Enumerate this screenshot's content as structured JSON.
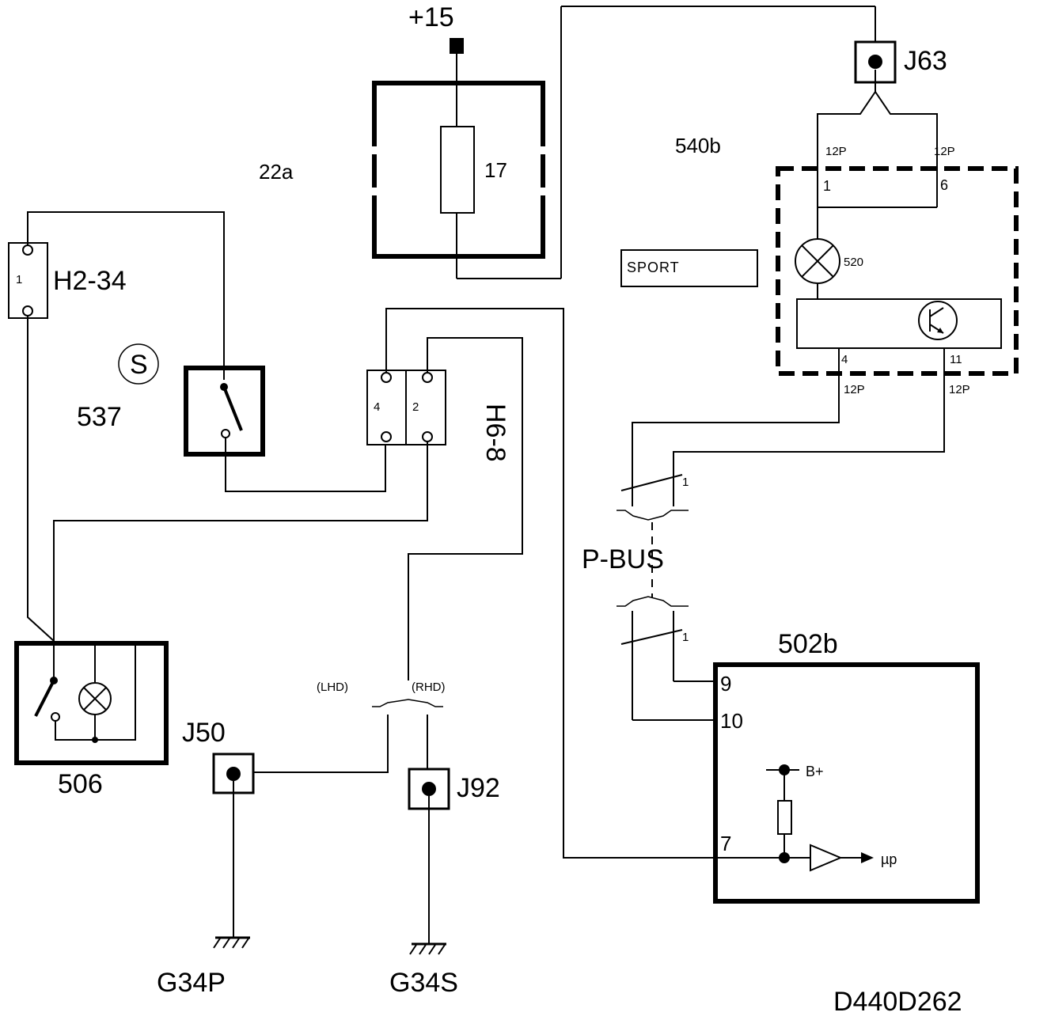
{
  "diagram": {
    "code": "D440D262",
    "supply": "+15",
    "fuse": {
      "ref": "22a",
      "value": "17"
    },
    "connectors": {
      "h2_34": {
        "name": "H2-34",
        "pin": "1"
      },
      "h6_8": {
        "name": "H6-8",
        "pin_left": "4",
        "pin_right": "2"
      },
      "j63": "J63",
      "j50": "J50",
      "j92": "J92"
    },
    "components": {
      "c537": {
        "ref": "537",
        "symbol": "S"
      },
      "c540b": {
        "ref": "540b",
        "lamp": "520",
        "pin1": "1",
        "pin6": "6",
        "pin4": "4",
        "pin11": "11",
        "conn_type": "12P"
      },
      "c506": {
        "ref": "506"
      },
      "c502b": {
        "ref": "502b",
        "pin9": "9",
        "pin10": "10",
        "pin7": "7",
        "bplus": "B+",
        "up": "µp"
      }
    },
    "sport_label": "SPORT",
    "bus": {
      "name": "P-BUS",
      "pin": "1"
    },
    "variants": {
      "lhd": "(LHD)",
      "rhd": "(RHD)"
    },
    "grounds": {
      "g34p": "G34P",
      "g34s": "G34S"
    }
  }
}
